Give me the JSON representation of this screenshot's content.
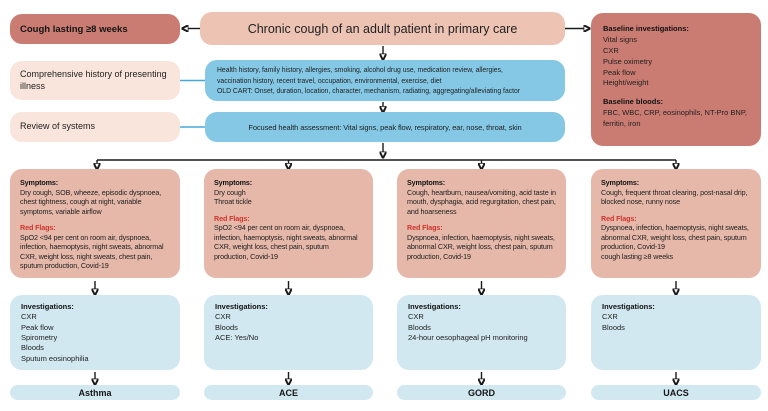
{
  "palette": {
    "dark_rose": "#ca7c72",
    "title_salmon": "#edc3b4",
    "symptom_salmon": "#e5b8a9",
    "light_pink": "#f9e5dc",
    "mid_blue": "#85c8e5",
    "light_blue": "#d2e8f1",
    "red_flag_red": "#d0342c",
    "arrow_black": "#1a1a1a",
    "blue_connector": "#45a9d8"
  },
  "header": {
    "criteria": "Cough lasting ≥8 weeks",
    "title": "Chronic cough of an adult patient in primary care"
  },
  "baseline": {
    "investigations_heading": "Baseline investigations:",
    "investigations": [
      "Vital signs",
      "CXR",
      "Pulse oximetry",
      "Peak flow",
      "Height/weight"
    ],
    "bloods_heading": "Baseline bloods:",
    "bloods": "FBC, WBC, CRP, eosinophils, NT-Pro BNP, ferritin, iron"
  },
  "history": {
    "comprehensive_label": "Comprehensive history of presenting illness",
    "history_lines": [
      "Health history, family history, allergies, smoking, alcohol drug use, medication review, allergies,",
      "vaccination history, recent travel, occupation, environmental, exercise, diet",
      "OLD CART: Onset, duration, location, character, mechanism, radiating, aggregating/alleviating factor"
    ],
    "review_label": "Review of systems",
    "assessment": "Focused health assessment: Vital signs, peak flow, respiratory, ear, nose, throat, skin"
  },
  "labels": {
    "symptoms": "Symptoms:",
    "red_flags": "Red Flags:",
    "investigations": "Investigations:"
  },
  "columns": [
    {
      "symptoms": "Dry cough, SOB, wheeze, episodic dyspnoea, chest tightness, cough at night, variable symptoms, variable airflow",
      "red_flags": "SpO2 <94 per cent on room air, dyspnoea, infection, haemoptysis, night sweats, abnormal CXR, weight loss, night sweats, chest pain, sputum production, Covid-19",
      "investigations": [
        "CXR",
        "Peak flow",
        "Spirometry",
        "Bloods",
        "Sputum eosinophilia"
      ],
      "diagnosis": "Asthma"
    },
    {
      "symptoms": "Dry cough\nThroat tickle",
      "red_flags": "SpO2 <94 per cent on room air, dyspnoea, infection, haemoptysis, night sweats, abnormal CXR, weight loss, chest pain, sputum production, Covid-19",
      "investigations": [
        "CXR",
        "Bloods",
        "ACE: Yes/No"
      ],
      "diagnosis": "ACE"
    },
    {
      "symptoms": "Cough, heartburn, nausea/vomiting, acid taste in mouth, dysphagia, acid regurgitation, chest pain, and hoarseness",
      "red_flags": "Dyspnoea, infection, haemoptysis, night sweats, abnormal CXR, weight loss, chest pain, sputum production, Covid-19",
      "investigations": [
        "CXR",
        "Bloods",
        "24-hour oesophageal pH monitoring"
      ],
      "diagnosis": "GORD"
    },
    {
      "symptoms": "Cough, frequent throat clearing, post-nasal drip, blocked nose, runny nose",
      "red_flags": "Dyspnoea, infection, haemoptysis, night sweats, abnormal CXR, weight loss, chest pain, sputum production, Covid-19\ncough lasting ≥8 weeks",
      "investigations": [
        "CXR",
        "Bloods"
      ],
      "diagnosis": "UACS"
    }
  ]
}
